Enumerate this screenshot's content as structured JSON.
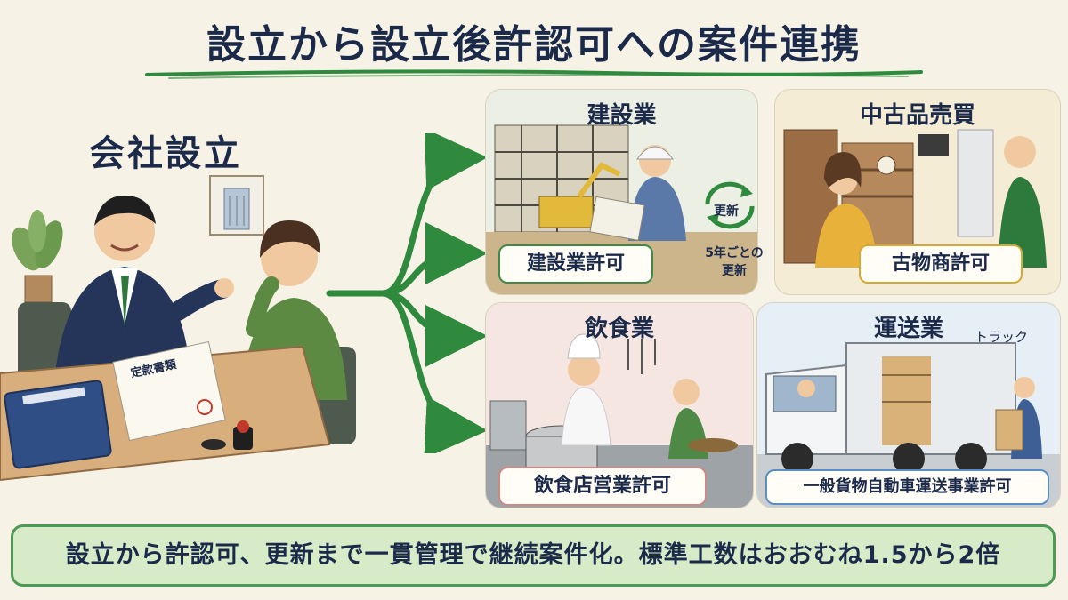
{
  "title": "設立から設立後許認可への案件連携",
  "company": {
    "label": "会社設立",
    "document_label": "定款書類"
  },
  "industries": [
    {
      "name": "建設業",
      "permit": "建設業許可"
    },
    {
      "name": "中古品売買",
      "permit": "古物商許可"
    },
    {
      "name": "飲食業",
      "permit": "飲食店営業許可"
    },
    {
      "name": "運送業",
      "permit": "一般貨物自動車運送事業許可"
    }
  ],
  "renewal": {
    "label": "更新",
    "note_line1": "5年ごとの",
    "note_line2": "更新"
  },
  "truck_label": "トラック",
  "footer": "設立から許認可、更新まで一貫管理で継続案件化。標準工数はおおむね1.5から2倍",
  "colors": {
    "title": "#1c2a4a",
    "arrow_green": "#2f8a3e",
    "construction_border": "#3f8a4a",
    "used_goods_border": "#d8a832",
    "food_border": "#c98a86",
    "transport_border": "#5a8fc4",
    "footer_bg": "#d7ebc8"
  }
}
